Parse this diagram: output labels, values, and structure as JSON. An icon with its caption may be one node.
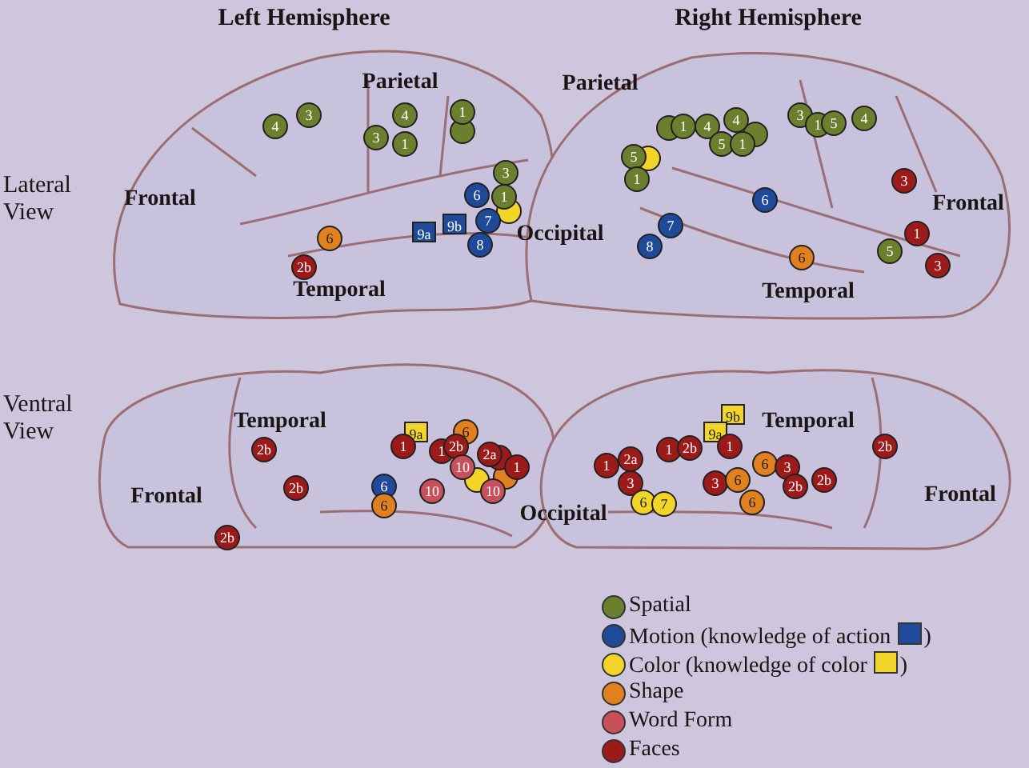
{
  "diagram": {
    "labels": [
      "Left Hemisphere",
      "Right Hemisphere",
      "Lateral View",
      "Ventral View",
      "Parietal",
      "Frontal",
      "Occipital",
      "Temporal",
      "Parietal",
      "Frontal",
      "Temporal",
      "Temporal",
      "Frontal",
      "Occipital",
      "Temporal",
      "Frontal",
      "4",
      "3",
      "3",
      "4",
      "1",
      "1",
      "3",
      "6",
      "1",
      "9b",
      "9a",
      "7",
      "8",
      "6",
      "2b",
      "1",
      "4",
      "4",
      "5",
      "1",
      "3",
      "1",
      "5",
      "4",
      "5",
      "1",
      "6",
      "7",
      "8",
      "6",
      "3",
      "1",
      "5",
      "3",
      "9a",
      "6",
      "2b",
      "1",
      "1",
      "2b",
      "2a",
      "10",
      "1",
      "2b",
      "6",
      "10",
      "10",
      "6",
      "2b",
      "9b",
      "9a",
      "1",
      "2b",
      "1",
      "2b",
      "1",
      "2a",
      "6",
      "3",
      "3",
      "3",
      "6",
      "2b",
      "2b",
      "6",
      "7",
      "6"
    ],
    "legend": [
      {
        "text": "Spatial",
        "color": "#6b7f2e"
      },
      {
        "text": "Motion (knowledge of action )",
        "color": "#1f4a9a"
      },
      {
        "text": "Color (knowledge of color )",
        "color": "#f2d528"
      },
      {
        "text": "Shape",
        "color": "#e0801e"
      },
      {
        "text": "Word Form",
        "color": "#c8505a"
      },
      {
        "text": "Faces",
        "color": "#9c1a1a"
      }
    ]
  }
}
